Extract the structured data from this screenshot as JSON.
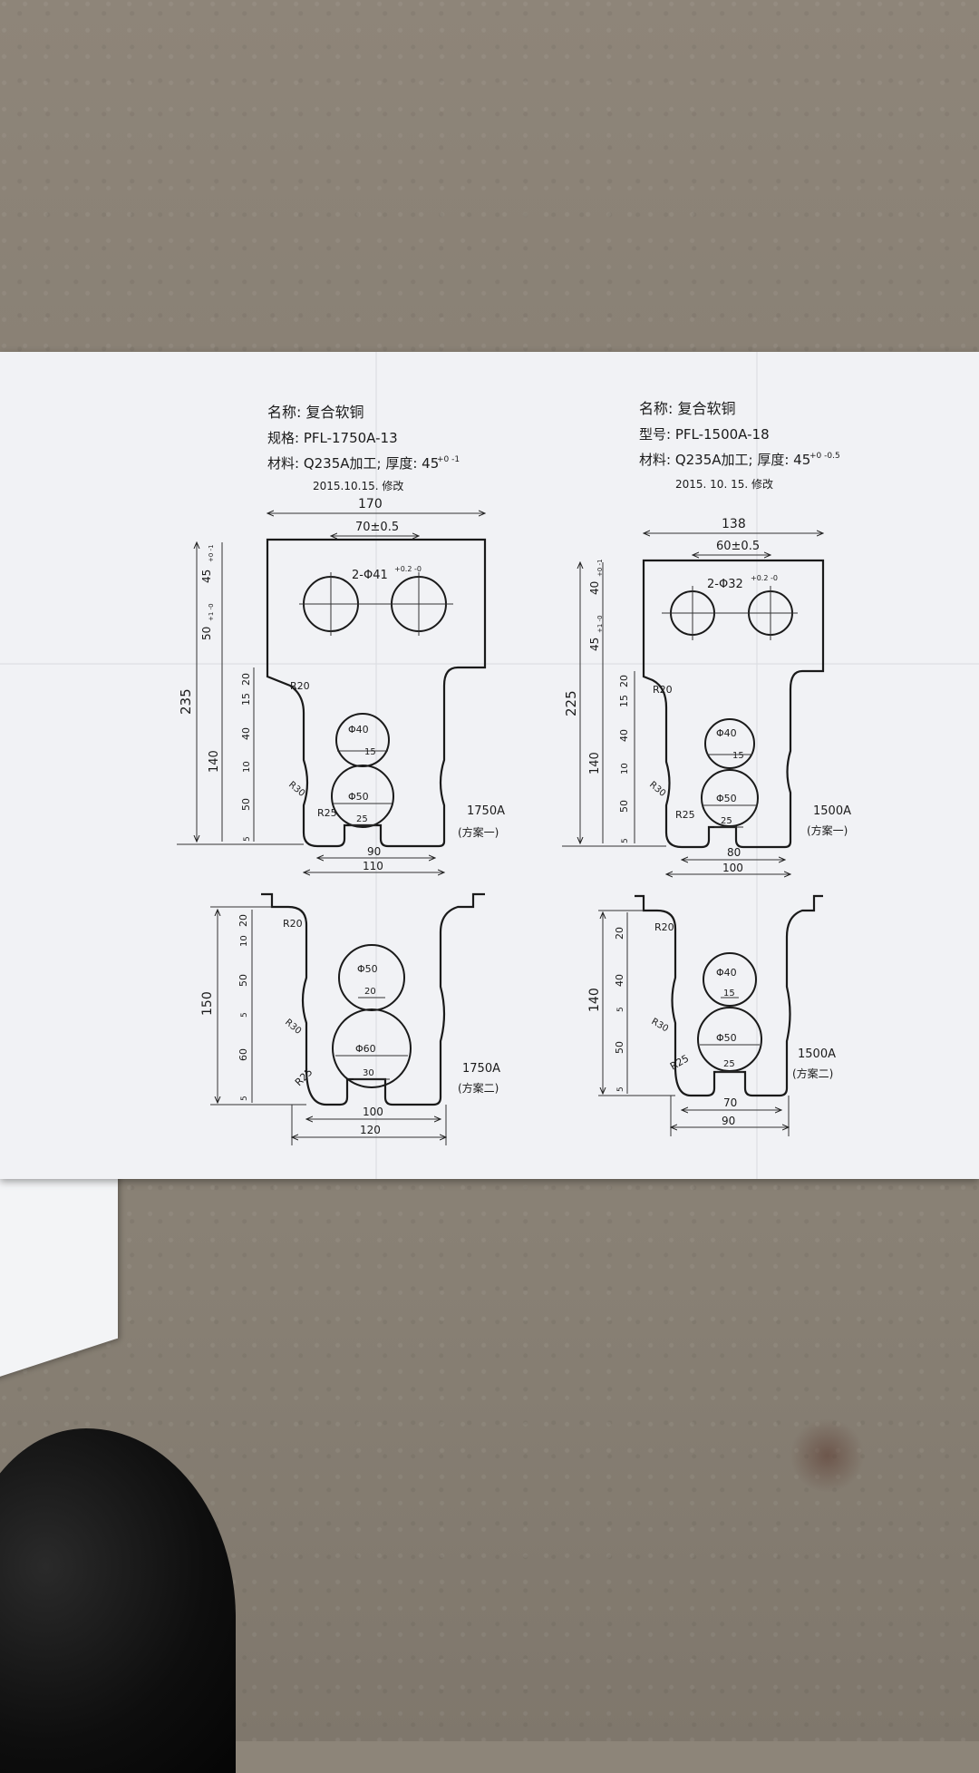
{
  "left_header": {
    "name_line": "名称: 复合软铜",
    "spec_line": "规格: PFL-1750A-13",
    "material_line": "材料: Q235A加工; 厚度: 45",
    "material_tol": "+0 -1",
    "date_line": "2015.10.15. 修改"
  },
  "right_header": {
    "name_line": "名称: 复合软铜",
    "spec_line": "型号: PFL-1500A-18",
    "material_line": "材料: Q235A加工; 厚度: 45",
    "material_tol": "+0 -0.5",
    "date_line": "2015. 10. 15. 修改"
  },
  "left_top": {
    "w_total": "170",
    "hole_spacing": "70±0.5",
    "holes": "2-Φ41",
    "holes_tol": "+0.2 -0",
    "h_45": "45",
    "h_45_tol": "+0 -1",
    "h_50": "50",
    "h_50_tol": "+1 -0",
    "overall_h": "235",
    "h_20": "20",
    "h_15": "15",
    "h_40": "40",
    "h_140": "140",
    "h_10": "10",
    "h_50b": "50",
    "h_5": "5",
    "r20": "R20",
    "r30": "R30",
    "r25": "R25",
    "d40": "Φ40",
    "neck15": "15",
    "d50": "Φ50",
    "slot25": "25",
    "w90": "90",
    "w110": "110",
    "label_a": "1750A",
    "label_b": "(方案一)"
  },
  "right_top": {
    "w_total": "138",
    "hole_spacing": "60±0.5",
    "holes": "2-Φ32",
    "holes_tol": "+0.2 -0",
    "h_40": "40",
    "h_40_tol": "+0 -1",
    "h_45": "45",
    "h_45_tol": "+1 -0",
    "overall_h": "225",
    "h_20": "20",
    "h_15": "15",
    "h_40b": "40",
    "h_140": "140",
    "h_10": "10",
    "h_50": "50",
    "h_5": "5",
    "r20": "R20",
    "r30": "R30",
    "r25": "R25",
    "d40": "Φ40",
    "neck15": "15",
    "d50": "Φ50",
    "slot25": "25",
    "w80": "80",
    "w100": "100",
    "label_a": "1500A",
    "label_b": "(方案一)"
  },
  "left_bottom": {
    "h_150": "150",
    "h_20": "20",
    "h_10": "10",
    "h_50": "50",
    "h_5": "5",
    "h_60": "60",
    "h_5b": "5",
    "r20": "R20",
    "r30": "R30",
    "r25": "R25",
    "d50": "Φ50",
    "neck20": "20",
    "d60": "Φ60",
    "slot30": "30",
    "w100": "100",
    "w120": "120",
    "label_a": "1750A",
    "label_b": "(方案二)"
  },
  "right_bottom": {
    "h_140": "140",
    "h_20": "20",
    "h_40": "40",
    "h_5": "5",
    "h_50": "50",
    "h_5b": "5",
    "r20": "R20",
    "r30": "R30",
    "r25": "R25",
    "d40": "Φ40",
    "neck15": "15",
    "d50": "Φ50",
    "slot25": "25",
    "w70": "70",
    "w90": "90",
    "label_a": "1500A",
    "label_b": "(方案二)"
  }
}
